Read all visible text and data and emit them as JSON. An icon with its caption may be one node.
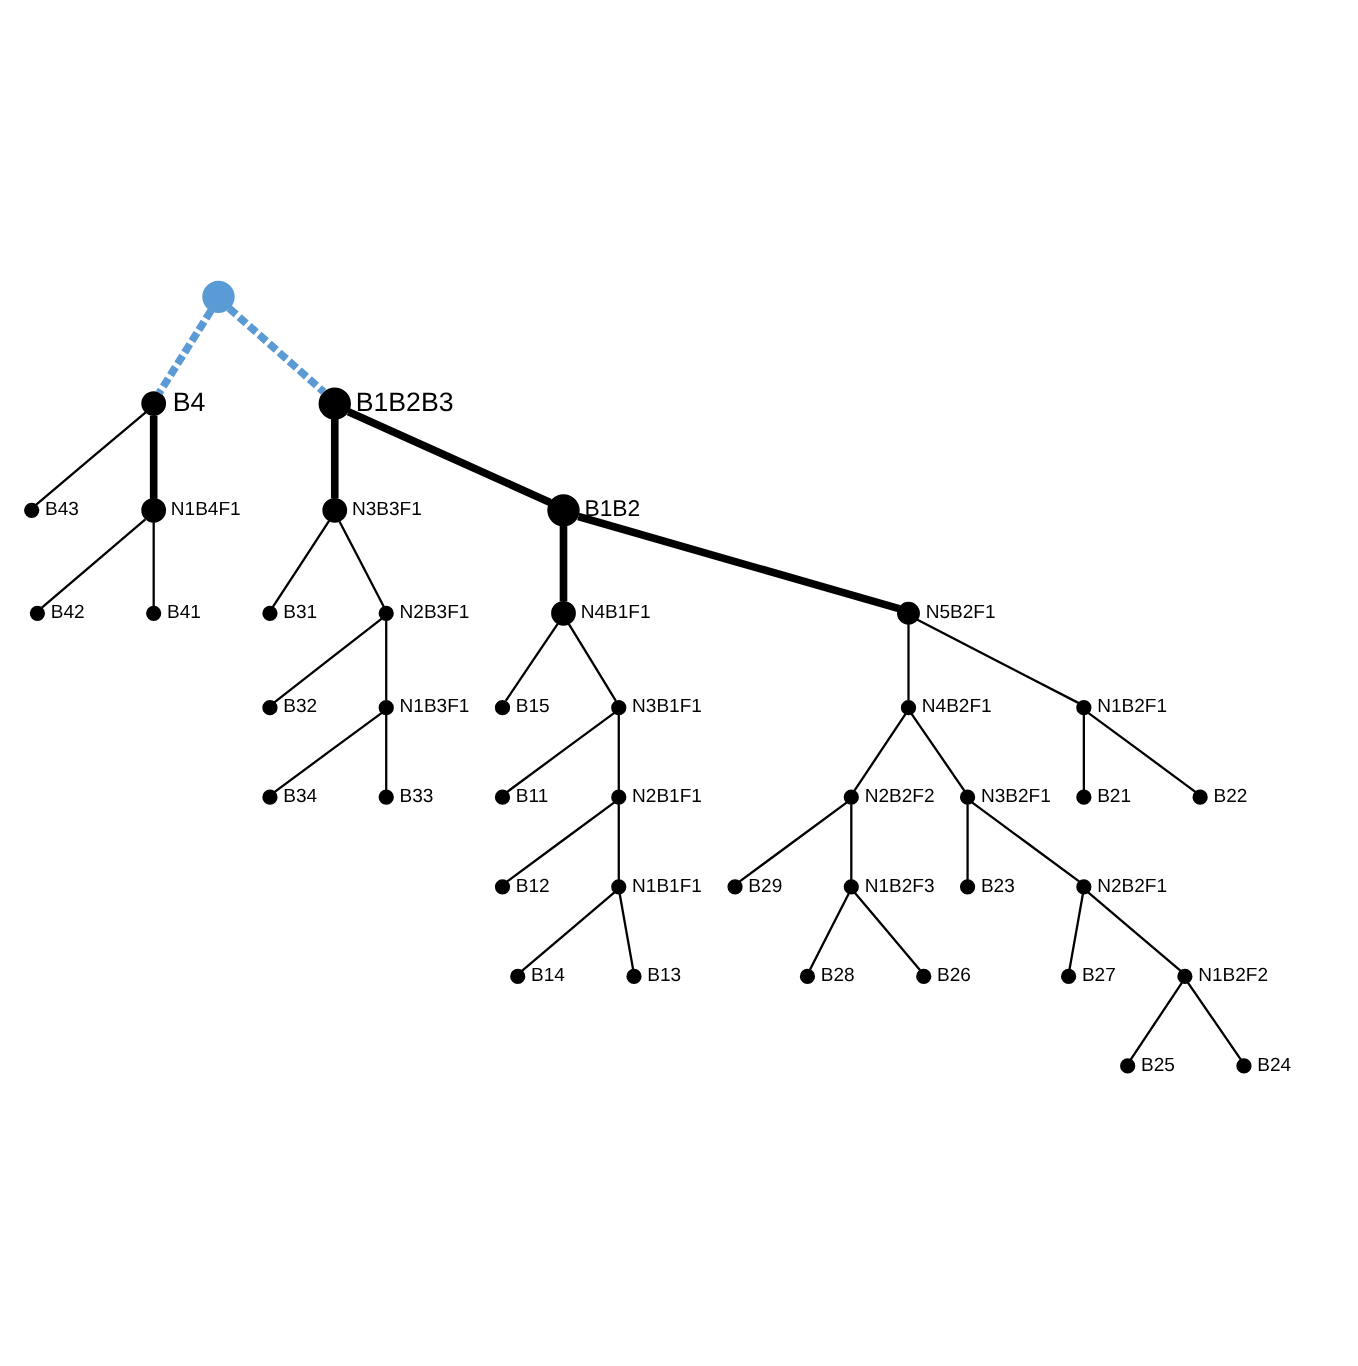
{
  "diagram": {
    "nodes": [
      {
        "text": [],
        "shape": "circle"
      },
      {
        "text": [],
        "shape": "circle",
        "beside": [
          "B4"
        ]
      },
      {
        "text": [],
        "shape": "circle",
        "beside": [
          "B1B2B3"
        ]
      },
      {
        "text": [],
        "shape": "circle",
        "beside": [
          "N3B3F1"
        ]
      },
      {
        "text": [],
        "shape": "circle",
        "beside": [
          "B43"
        ]
      },
      {
        "text": [],
        "shape": "circle",
        "beside": [
          "B31"
        ]
      },
      {
        "text": [],
        "shape": "circle",
        "beside": [
          "N1B4F1"
        ]
      },
      {
        "text": [],
        "shape": "circle",
        "beside": [
          "B1B2"
        ]
      },
      {
        "text": [],
        "shape": "circle",
        "beside": [
          "B15"
        ]
      },
      {
        "text": [],
        "shape": "circle",
        "beside": [
          "N2B3F1"
        ]
      },
      {
        "text": [],
        "shape": "circle",
        "beside": [
          "N4B1F1"
        ]
      },
      {
        "text": [],
        "shape": "circle",
        "beside": [
          "B32"
        ]
      },
      {
        "text": [],
        "shape": "circle",
        "beside": [
          "B42"
        ]
      },
      {
        "text": [],
        "shape": "circle",
        "beside": [
          "B41"
        ]
      },
      {
        "text": [],
        "shape": "circle",
        "beside": [
          "N1B3F1"
        ]
      },
      {
        "text": [],
        "shape": "circle",
        "beside": [
          "N3B1F1"
        ]
      },
      {
        "text": [],
        "shape": "circle",
        "beside": [
          "B11"
        ]
      },
      {
        "text": [],
        "shape": "circle",
        "beside": [
          "N5B2F1"
        ]
      },
      {
        "text": [],
        "shape": "circle",
        "beside": [
          "B34"
        ]
      },
      {
        "text": [],
        "shape": "circle",
        "beside": [
          "B33"
        ]
      },
      {
        "text": [],
        "shape": "circle",
        "beside": [
          "N2B1F1"
        ]
      },
      {
        "text": [],
        "shape": "circle",
        "beside": [
          "N4B2F1"
        ]
      },
      {
        "text": [],
        "shape": "circle",
        "beside": [
          "N1B2F1"
        ]
      },
      {
        "text": [],
        "shape": "circle",
        "beside": [
          "N2B2F2"
        ]
      },
      {
        "text": [],
        "shape": "circle",
        "beside": [
          "B12"
        ]
      },
      {
        "text": [],
        "shape": "circle",
        "beside": [
          "B29"
        ]
      },
      {
        "text": [],
        "shape": "circle",
        "beside": [
          "N1B1F1"
        ]
      },
      {
        "text": [],
        "shape": "circle",
        "beside": [
          "N3B2F1"
        ]
      },
      {
        "text": [],
        "shape": "circle",
        "beside": [
          "B21"
        ]
      },
      {
        "text": [],
        "shape": "circle",
        "beside": [
          "B22"
        ]
      },
      {
        "text": [],
        "shape": "circle",
        "beside": [
          "B14"
        ]
      },
      {
        "text": [],
        "shape": "circle",
        "beside": [
          "B13"
        ]
      },
      {
        "text": [],
        "shape": "circle",
        "beside": [
          "N1B2F3"
        ]
      },
      {
        "text": [],
        "shape": "circle",
        "beside": [
          "B28"
        ]
      },
      {
        "text": [],
        "shape": "circle",
        "beside": [
          "B23"
        ]
      },
      {
        "text": [],
        "shape": "circle",
        "beside": [
          "N2B2F1"
        ]
      },
      {
        "text": [],
        "shape": "circle",
        "beside": [
          "B26"
        ]
      },
      {
        "text": [],
        "shape": "circle",
        "beside": [
          "B27"
        ]
      },
      {
        "text": [],
        "shape": "circle",
        "beside": [
          "N1B2F2"
        ]
      },
      {
        "text": [],
        "shape": "circle",
        "beside": [
          "B25"
        ]
      },
      {
        "text": [],
        "shape": "circle",
        "beside": [
          "B24"
        ]
      }
    ],
    "edges": [
      {
        "from": 0,
        "to": 1,
        "arrow": "none",
        "style": "dashed",
        "color": "#5b9bd5"
      },
      {
        "from": 0,
        "to": 2,
        "arrow": "none",
        "style": "dashed",
        "color": "#5b9bd5"
      },
      {
        "from": 1,
        "to": 6,
        "arrow": "none",
        "style": "thick"
      },
      {
        "from": 1,
        "to": 4,
        "arrow": "none"
      },
      {
        "from": 6,
        "to": 12,
        "arrow": "none"
      },
      {
        "from": 6,
        "to": 13,
        "arrow": "none"
      },
      {
        "from": 2,
        "to": 3,
        "arrow": "none",
        "style": "thick"
      },
      {
        "from": 2,
        "to": 7,
        "arrow": "none",
        "style": "thick"
      },
      {
        "from": 3,
        "to": 5,
        "arrow": "none"
      },
      {
        "from": 3,
        "to": 9,
        "arrow": "none"
      },
      {
        "from": 9,
        "to": 11,
        "arrow": "none"
      },
      {
        "from": 9,
        "to": 14,
        "arrow": "none"
      },
      {
        "from": 14,
        "to": 18,
        "arrow": "none"
      },
      {
        "from": 14,
        "to": 19,
        "arrow": "none"
      },
      {
        "from": 7,
        "to": 17,
        "arrow": "none",
        "style": "thick"
      },
      {
        "from": 7,
        "to": 10,
        "arrow": "none",
        "style": "thick"
      },
      {
        "from": 10,
        "to": 8,
        "arrow": "none"
      },
      {
        "from": 10,
        "to": 15,
        "arrow": "none"
      },
      {
        "from": 15,
        "to": 16,
        "arrow": "none"
      },
      {
        "from": 15,
        "to": 20,
        "arrow": "none"
      },
      {
        "from": 20,
        "to": 24,
        "arrow": "none"
      },
      {
        "from": 20,
        "to": 26,
        "arrow": "none"
      },
      {
        "from": 26,
        "to": 30,
        "arrow": "none"
      },
      {
        "from": 26,
        "to": 31,
        "arrow": "none"
      },
      {
        "from": 17,
        "to": 21,
        "arrow": "none"
      },
      {
        "from": 17,
        "to": 22,
        "arrow": "none"
      },
      {
        "from": 22,
        "to": 29,
        "arrow": "none"
      },
      {
        "from": 22,
        "to": 28,
        "arrow": "none"
      },
      {
        "from": 21,
        "to": 23,
        "arrow": "none"
      },
      {
        "from": 21,
        "to": 27,
        "arrow": "none"
      },
      {
        "from": 23,
        "to": 25,
        "arrow": "none"
      },
      {
        "from": 23,
        "to": 32,
        "arrow": "none"
      },
      {
        "from": 32,
        "to": 33,
        "arrow": "none"
      },
      {
        "from": 32,
        "to": 36,
        "arrow": "none"
      },
      {
        "from": 27,
        "to": 34,
        "arrow": "none"
      },
      {
        "from": 27,
        "to": 35,
        "arrow": "none"
      },
      {
        "from": 35,
        "to": 37,
        "arrow": "none"
      },
      {
        "from": 35,
        "to": 38,
        "arrow": "none"
      },
      {
        "from": 38,
        "to": 39,
        "arrow": "none"
      },
      {
        "from": 38,
        "to": 40,
        "arrow": "none"
      }
    ]
  }
}
